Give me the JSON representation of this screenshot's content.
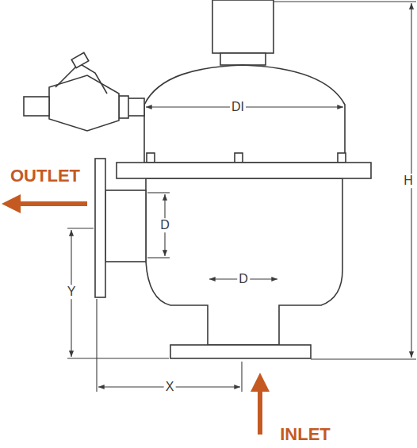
{
  "diagram": {
    "labels": [
      "OUTLET",
      "DI",
      "D",
      "H",
      "D",
      "Y",
      "X",
      "INLET"
    ]
  }
}
